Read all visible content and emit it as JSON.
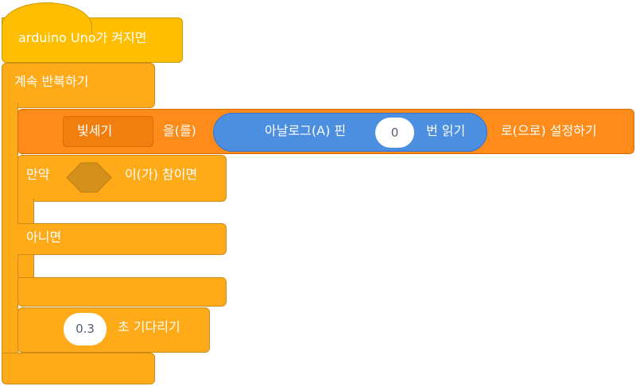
{
  "hat_block": {
    "label": "arduino Uno가 켜지면"
  },
  "forever_block": {
    "label": "계속 반복하기"
  },
  "set_block": {
    "variable": "빛세기",
    "to_label": "을(를)",
    "reporter": {
      "label": "아날로그(A) 핀",
      "pin_value": "0",
      "suffix": "번 읽기"
    },
    "suffix": "로(으로) 설정하기"
  },
  "if_else_block": {
    "if_label": "만약",
    "then_label": "이(가) 참이면",
    "else_label": "아니면"
  },
  "wait_block": {
    "value": "0.3",
    "label": "초 기다리기"
  },
  "colors": {
    "events": "#FFBF00",
    "control": "#FFAB19",
    "variables": "#FF8C1A",
    "sensing": "#4C8FE0"
  }
}
